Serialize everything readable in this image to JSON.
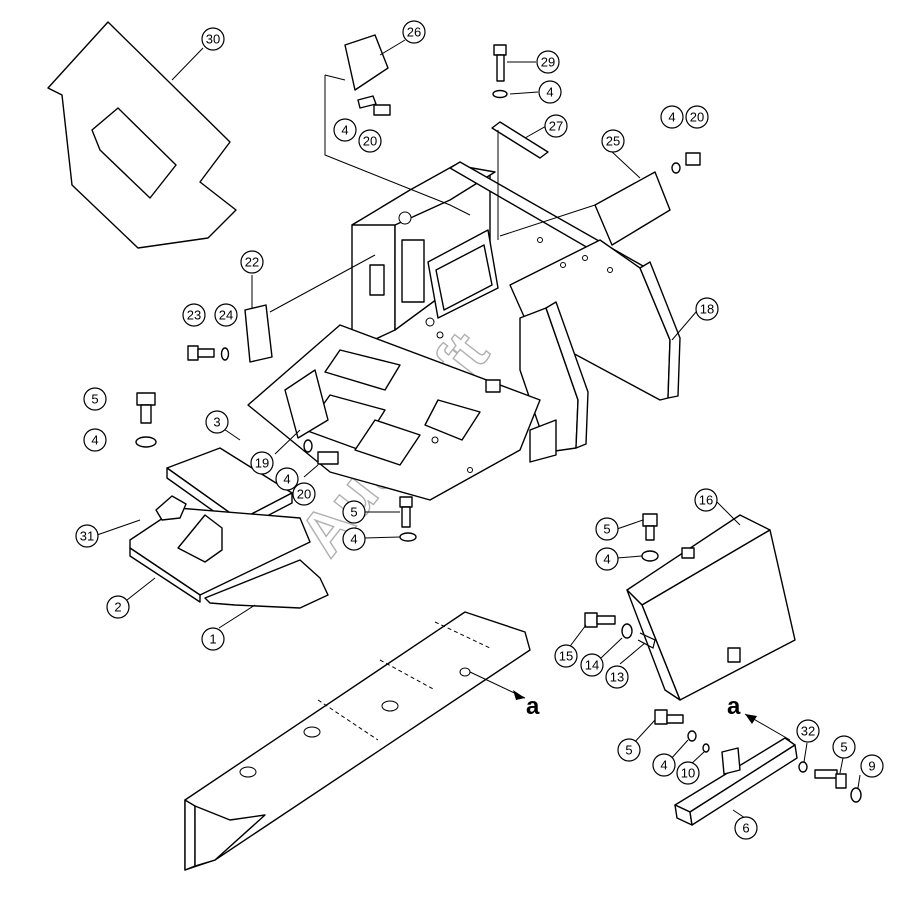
{
  "watermark": "AutoSoft",
  "reference_letter": "a",
  "callouts": {
    "c30": "30",
    "c26": "26",
    "c29": "29",
    "c4_top": "4",
    "c27": "27",
    "c4_26": "4",
    "c20_26": "20",
    "c25": "25",
    "c4_25": "4",
    "c20_25": "20",
    "c22": "22",
    "c18": "18",
    "c23": "23",
    "c24": "24",
    "c5_left": "5",
    "c4_left": "4",
    "c3": "3",
    "c19": "19",
    "c4_mid": "4",
    "c20_mid": "20",
    "c5_mid": "5",
    "c4_mid2": "4",
    "c31": "31",
    "c2": "2",
    "c1": "1",
    "c16": "16",
    "c5_right": "5",
    "c4_right": "4",
    "c15": "15",
    "c14": "14",
    "c13": "13",
    "c5_bot": "5",
    "c4_bot": "4",
    "c10": "10",
    "c32": "32",
    "c5_bot2": "5",
    "c9": "9",
    "c6": "6"
  }
}
